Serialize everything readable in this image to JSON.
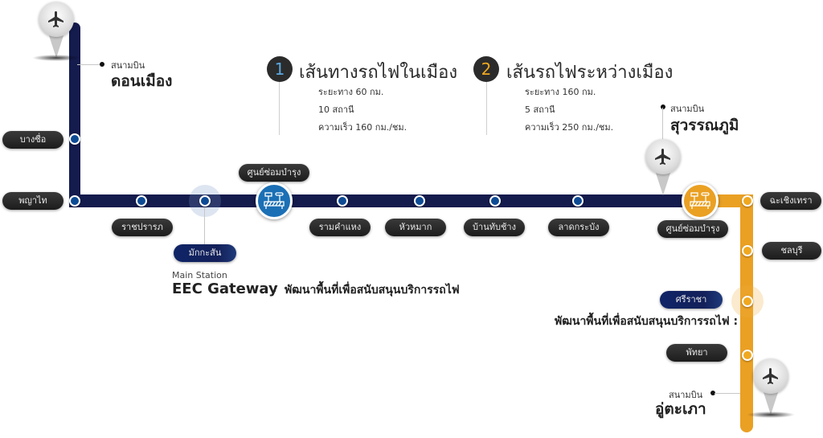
{
  "colors": {
    "city_line": "#141b4d",
    "intercity_line": "#eaa023",
    "city_station": "#0d4a94",
    "intercity_station": "#f0a81f",
    "depot_city": "#1b6fb5",
    "depot_intercity": "#eaa023",
    "badge_1_number": "#5aa7e0",
    "badge_2_number": "#f0a81f"
  },
  "routes": [
    {
      "number": "1",
      "title": "เส้นทางรถไฟในเมือง",
      "distance": "ระยะทาง  60  กม.",
      "stations": "10 สถานี",
      "speed": "ความเร็ว 160 กม./ชม."
    },
    {
      "number": "2",
      "title": "เส้นรถไฟระหว่างเมือง",
      "distance": "ระยะทาง  160  กม.",
      "stations": "5 สถานี",
      "speed": "ความเร็ว 250 กม./ชม."
    }
  ],
  "airports": {
    "don_mueang": {
      "label_small": "สนามบิน",
      "label_big": "ดอนเมือง",
      "icon": "airplane-icon"
    },
    "suvarnabhumi": {
      "label_small": "สนามบิน",
      "label_big": "สุวรรณภูมิ",
      "icon": "airplane-icon"
    },
    "u_tapao": {
      "label_small": "สนามบิน",
      "label_big": "อู่ตะเภา",
      "icon": "airplane-icon"
    }
  },
  "stations": {
    "bang_sue": "บางซื่อ",
    "phaya_thai": "พญาไท",
    "ratchaprarop": "ราชปรารภ",
    "makkasan": "มักกะสัน",
    "ramkhamhaeng": "รามคำแหง",
    "hua_mak": "หัวหมาก",
    "ban_thap_chang": "บ้านทับช้าง",
    "lat_krabang": "ลาดกระบัง",
    "chachoengsao": "ฉะเชิงเทรา",
    "chonburi": "ชลบุรี",
    "si_racha": "ศรีราชา",
    "pattaya": "พัทยา"
  },
  "depots": {
    "city": {
      "label": "ศูนย์ซ่อมบำรุง",
      "icon": "maintenance-depot-icon"
    },
    "intercity": {
      "label": "ศูนย์ซ่อมบำรุง",
      "icon": "maintenance-depot-icon"
    }
  },
  "main_station": {
    "caption": "Main Station",
    "name": "EEC Gateway",
    "separator": ":",
    "description": "พัฒนาพื้นที่เพื่อสนับสนุนบริการรถไฟ"
  },
  "si_racha_note": {
    "description": "พัฒนาพื้นที่เพื่อสนับสนุนบริการรถไฟ :"
  }
}
